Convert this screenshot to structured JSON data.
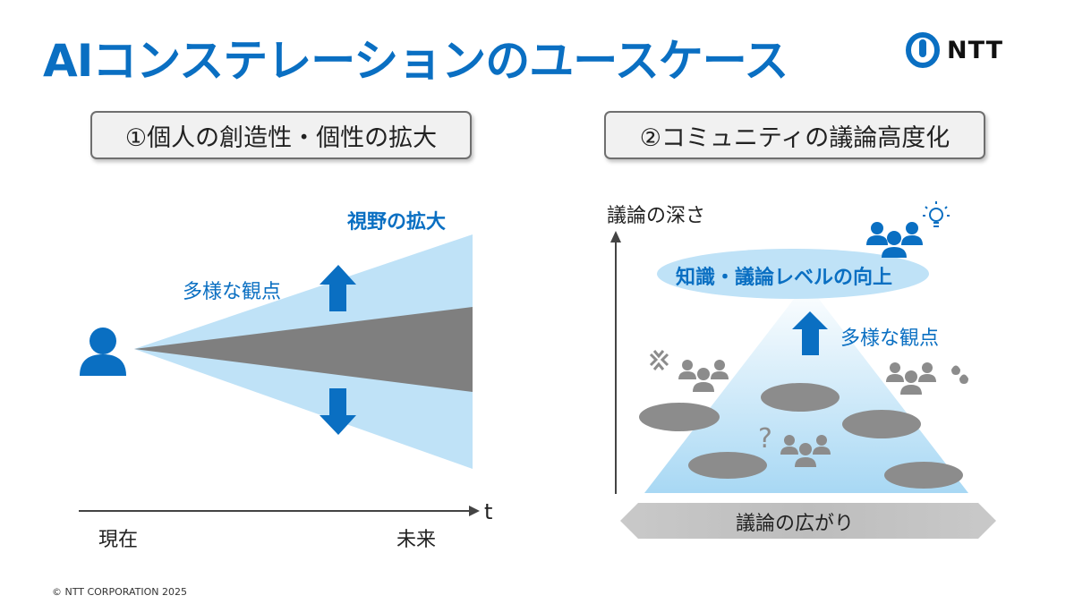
{
  "header": {
    "title": "AIコンステレーションのユースケース",
    "logo_text": "NTT",
    "logo_icon": "ntt-logo-icon"
  },
  "left_panel": {
    "heading": "①個人の創造性・個性の拡大",
    "label_vision": "視野の拡大",
    "label_perspectives": "多様な観点",
    "axis_t": "t",
    "label_now": "現在",
    "label_future": "未来",
    "icons": [
      "person-icon",
      "arrow-up-icon",
      "arrow-down-icon"
    ]
  },
  "right_panel": {
    "heading": "②コミュニティの議論高度化",
    "axis_depth": "議論の深さ",
    "label_level": "知識・議論レベルの向上",
    "label_perspectives": "多様な観点",
    "label_breadth": "議論の広がり",
    "icons": [
      "group-icon",
      "lightbulb-icon",
      "angry-icon",
      "question-icon",
      "sweat-icon",
      "arrow-up-icon"
    ]
  },
  "colors": {
    "brand_blue": "#0a6fc2",
    "light_blue": "#bfe2f7",
    "gray": "#8c8c8c",
    "dark_gray": "#7a7a7a"
  },
  "footer": {
    "copyright": "© NTT CORPORATION 2025"
  }
}
